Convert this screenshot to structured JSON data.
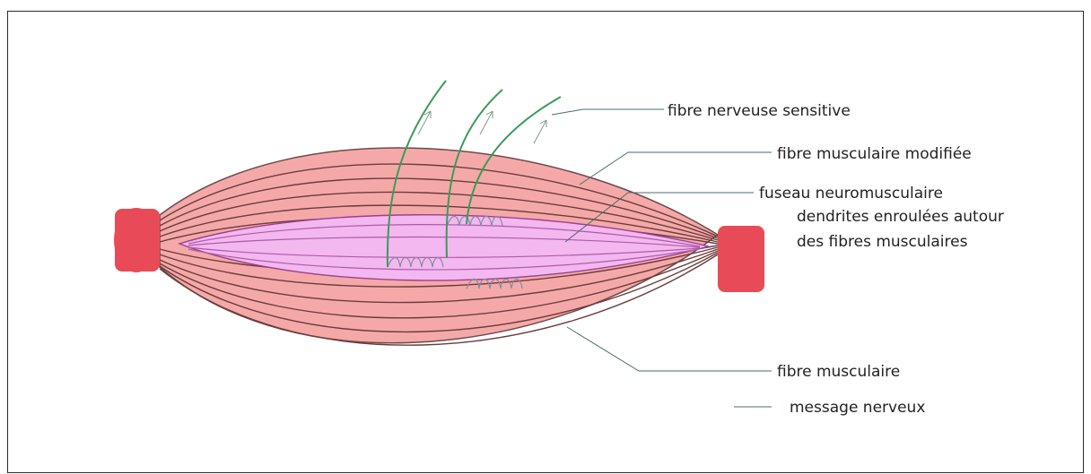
{
  "labels": {
    "sensory_nerve_fiber": "fibre nerveuse sensitive",
    "modified_muscle_fiber": "fibre musculaire modifiée",
    "neuromuscular_spindle": "fuseau neuromusculaire",
    "dendrites_line1": "dendrites enroulées autour",
    "dendrites_line2": "des fibres musculaires",
    "muscle_fiber": "fibre musculaire",
    "nerve_message": "message nerveux"
  },
  "colors": {
    "muscle": "#f4a9a8",
    "tendon": "#e84b57",
    "spindle": "#f2b8f0",
    "nerve": "#3a9b5b",
    "dendrite": "#8aa0b0"
  }
}
